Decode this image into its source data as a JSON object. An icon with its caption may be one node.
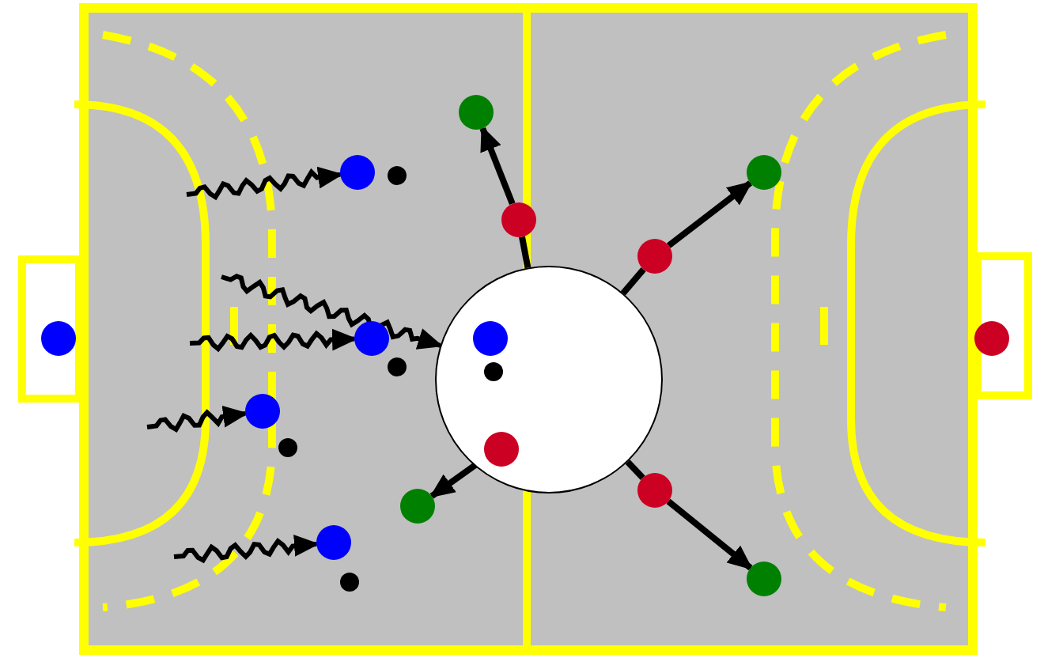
{
  "diagram": {
    "nodes": [
      {
        "text": [],
        "shape": "circle"
      },
      {
        "text": [],
        "shape": "circle"
      },
      {
        "text": [],
        "shape": "circle"
      },
      {
        "text": [],
        "shape": "circle"
      },
      {
        "text": [],
        "shape": "circle"
      },
      {
        "text": [],
        "shape": "circle"
      },
      {
        "text": [],
        "shape": "circle"
      },
      {
        "text": [],
        "shape": "circle"
      },
      {
        "text": [],
        "shape": "circle"
      },
      {
        "text": [],
        "shape": "circle",
        "in": 0
      },
      {
        "text": [],
        "shape": "circle"
      },
      {
        "text": [],
        "shape": "circle"
      },
      {
        "text": [],
        "shape": "circle",
        "in": 0
      },
      {
        "text": [],
        "shape": "circle"
      },
      {
        "text": [],
        "shape": "circle"
      },
      {
        "text": [],
        "shape": "circle",
        "in": 0
      },
      {
        "text": [],
        "shape": "circle"
      },
      {
        "text": [],
        "shape": "circle"
      },
      {
        "text": [],
        "shape": "circle"
      },
      {
        "text": [],
        "shape": "circle"
      },
      {
        "text": [],
        "shape": "circle"
      }
    ],
    "edges": [
      {
        "from": 5,
        "to": 1,
        "arrow": "to"
      },
      {
        "from": 6,
        "to": 4,
        "arrow": "to"
      },
      {
        "from": 15,
        "to": 17,
        "arrow": "to"
      },
      {
        "from": 16,
        "to": 20,
        "arrow": "to"
      },
      {
        "from": 0,
        "to": 5,
        "arrow": "none"
      },
      {
        "from": 0,
        "to": 6,
        "arrow": "none"
      },
      {
        "from": 0,
        "to": 16,
        "arrow": "none"
      },
      {
        "from": null,
        "to": 2,
        "arrow": "to"
      },
      {
        "from": null,
        "to": 0,
        "arrow": "to"
      },
      {
        "from": null,
        "to": 8,
        "arrow": "to"
      },
      {
        "from": null,
        "to": 13,
        "arrow": "to"
      },
      {
        "from": null,
        "to": 18,
        "arrow": "to"
      }
    ]
  }
}
